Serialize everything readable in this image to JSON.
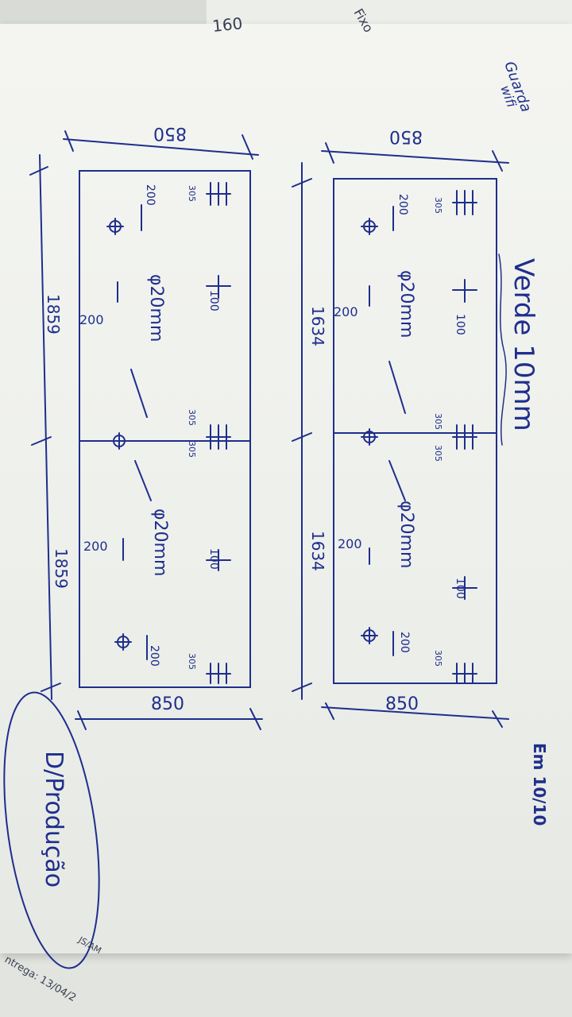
{
  "corner_notes": {
    "top_number": "160",
    "fixo": "Fixo",
    "guarda": "Guarda",
    "wifi": "wifi"
  },
  "header": {
    "material": "Verde 10mm",
    "stamp": "Em 10/10"
  },
  "production_mark": "D/Produção",
  "panel_top": {
    "total": "1634",
    "height": "850",
    "hinge_width": "305",
    "edge_offset": "100",
    "hole_offset": "200",
    "hole_diameter": "φ20mm"
  },
  "panel_bottom": {
    "total": "1859",
    "height": "850",
    "hinge_width": "305",
    "edge_offset": "100",
    "hole_offset": "200",
    "hole_diameter": "φ20mm"
  },
  "bottom_strip": {
    "left": "ntrega: 13/04/2",
    "right": "JS/AM"
  }
}
